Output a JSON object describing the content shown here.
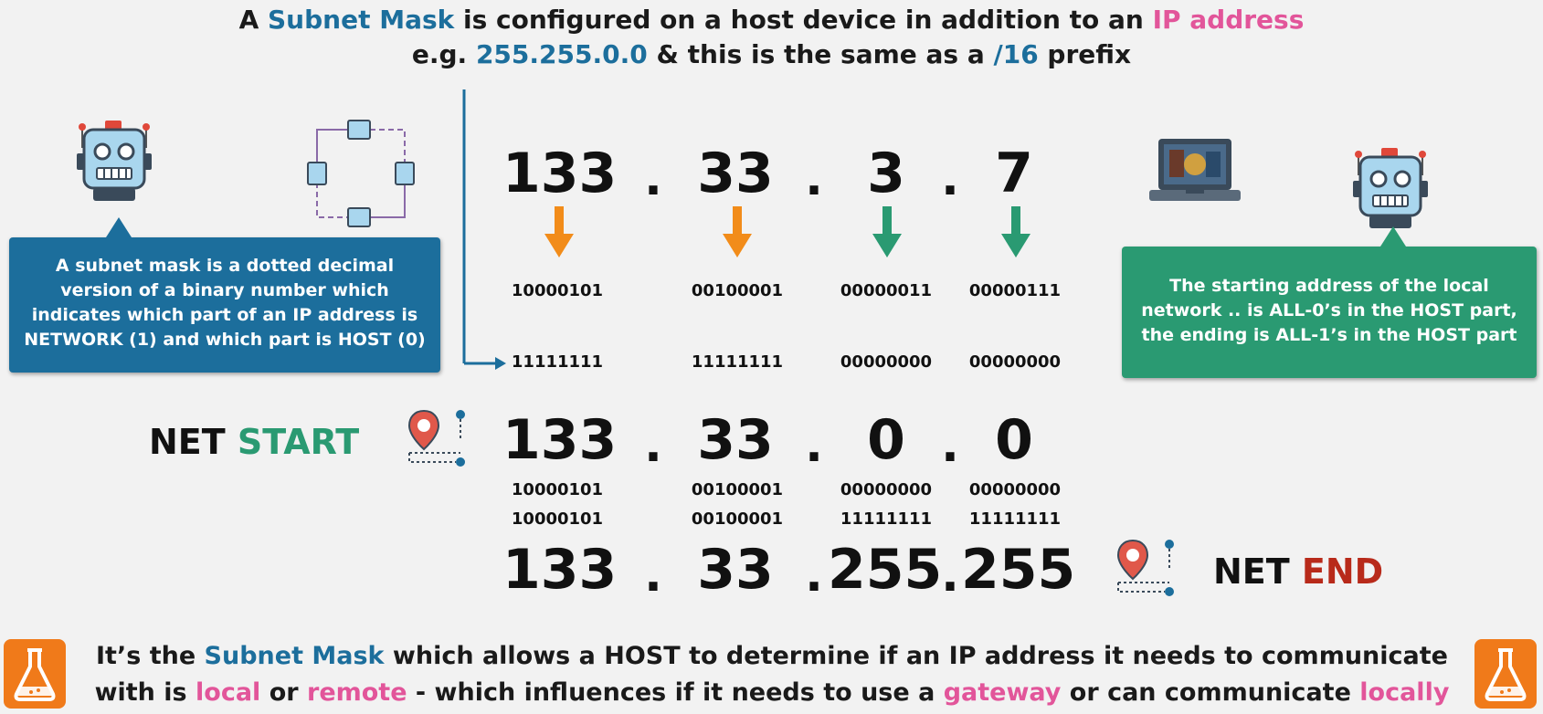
{
  "header": {
    "line1": [
      "A ",
      "Subnet Mask",
      " is configured on a host device in addition to an ",
      "IP address"
    ],
    "line2": [
      "e.g. ",
      "255.255.0.0",
      " & this is the same as a ",
      "/16",
      " prefix"
    ]
  },
  "left_callout": {
    "lines": [
      "A subnet mask is a dotted decimal",
      "version of a binary number which",
      "indicates which part of an IP address is",
      "NETWORK (1) and which part is HOST (0)"
    ]
  },
  "right_callout": {
    "lines": [
      "The starting address of the local",
      "network .. is ALL-0’s in the HOST part,",
      "the ending is ALL-1’s in the HOST part"
    ]
  },
  "ip": {
    "octets": [
      "133",
      "33",
      "3",
      "7"
    ],
    "dot": ".",
    "binary": [
      "10000101",
      "00100001",
      "00000011",
      "00000111"
    ],
    "mask_binary": [
      "11111111",
      "11111111",
      "00000000",
      "00000000"
    ]
  },
  "net_start": {
    "label": [
      "NET ",
      "START"
    ],
    "octets": [
      "133",
      "33",
      "0",
      "0"
    ],
    "binary": [
      "10000101",
      "00100001",
      "00000000",
      "00000000"
    ]
  },
  "net_end": {
    "label": [
      "NET ",
      "END"
    ],
    "octets": [
      "133",
      "33",
      "255",
      "255"
    ],
    "binary": [
      "10000101",
      "00100001",
      "11111111",
      "11111111"
    ]
  },
  "footer": {
    "line1": [
      "It’s the ",
      "Subnet Mask",
      " which allows a HOST to determine if an IP address it needs to communicate"
    ],
    "line2": [
      "with is ",
      "local",
      " or ",
      "remote",
      " - which influences if it needs to use a ",
      "gateway",
      " or can communicate ",
      "locally"
    ]
  },
  "colors": {
    "blue": "#1c6e9c",
    "pink": "#e2559a",
    "green": "#2a9a72",
    "red": "#b82a1a",
    "orange": "#f28c1a",
    "callout_blue": "#1c6e9c",
    "callout_green": "#2a9a72"
  },
  "icons": [
    "robot-icon",
    "network-ring-icon",
    "laptop-icon",
    "map-pin-route-icon",
    "flask-icon"
  ]
}
